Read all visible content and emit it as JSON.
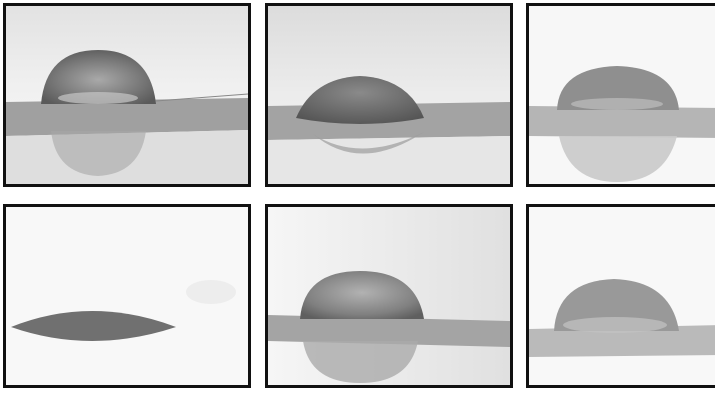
{
  "panels": [
    {
      "id": "p1",
      "description_name": "droplet-image-1"
    },
    {
      "id": "p2",
      "description_name": "droplet-image-2"
    },
    {
      "id": "p3",
      "description_name": "droplet-image-3"
    },
    {
      "id": "p4",
      "description_name": "droplet-image-4"
    },
    {
      "id": "p5",
      "description_name": "droplet-image-5"
    },
    {
      "id": "p6",
      "description_name": "droplet-image-6"
    }
  ],
  "colors": {
    "frame": "#111111",
    "background_light": "#f4f4f4",
    "surface_band": "#9a9a9a",
    "droplet_dark": "#6e6e6e",
    "droplet_highlight": "#bdbdbd"
  }
}
